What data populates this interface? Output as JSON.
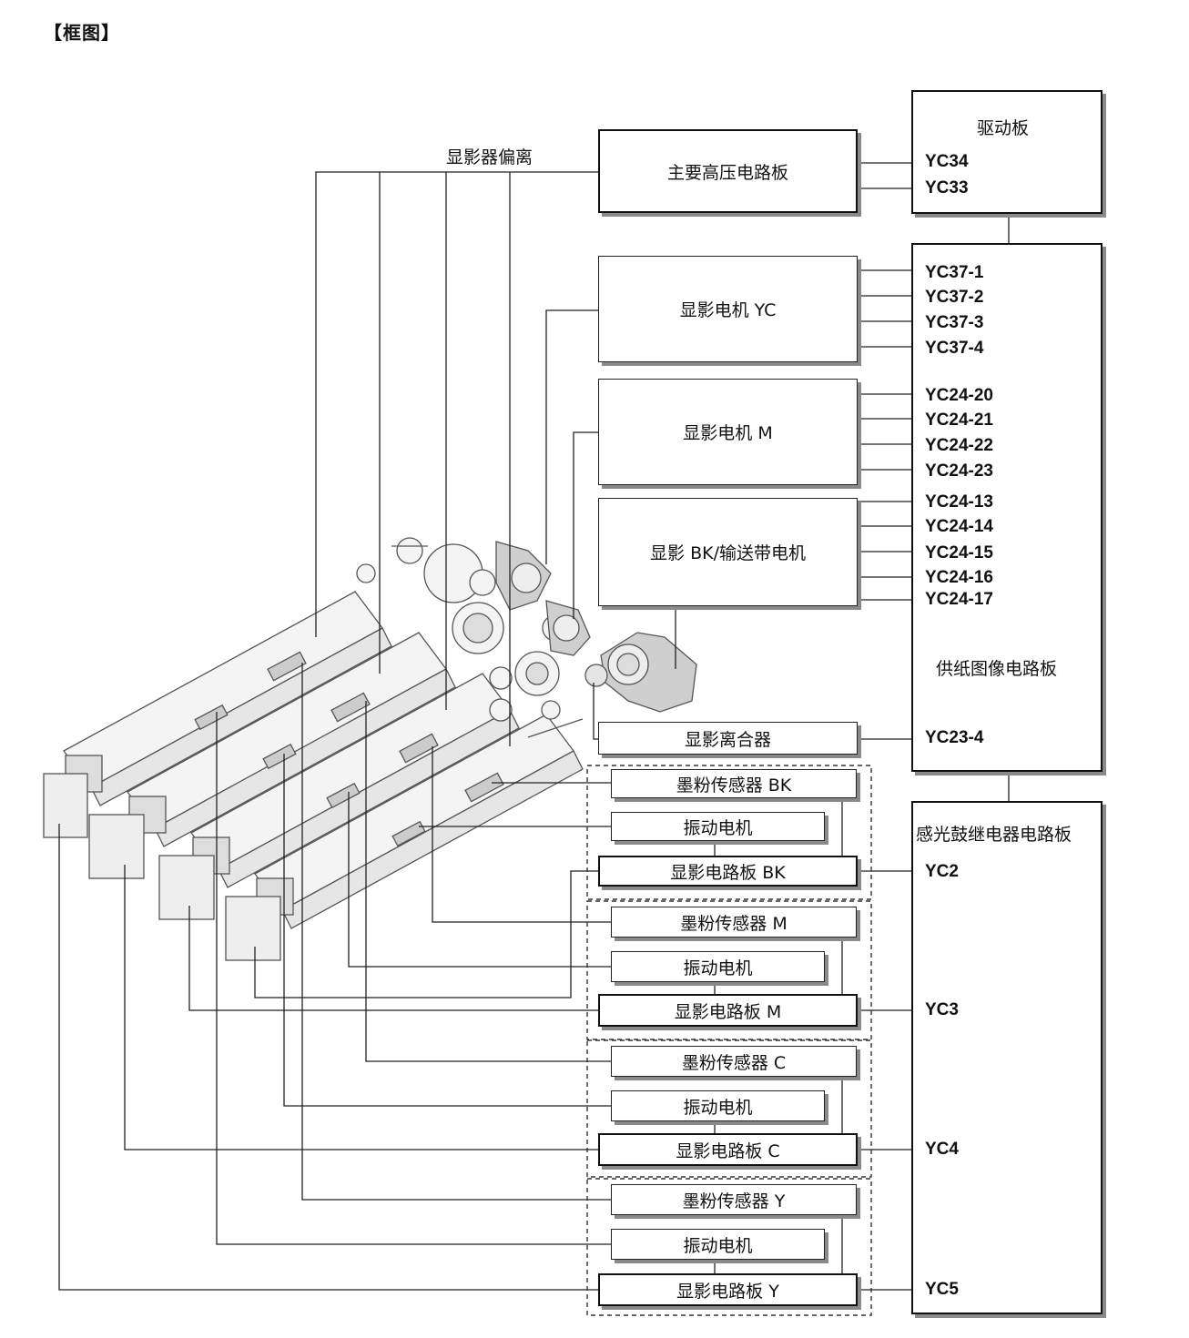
{
  "heading": "【框图】",
  "developer_separation_label": "显影器偏离",
  "boxes": {
    "main_hv": "主要高压电路板",
    "dev_motor_yc": "显影电机 YC",
    "dev_motor_m": "显影电机 M",
    "dev_motor_bk": "显影 BK/输送带电机",
    "dev_clutch": "显影离合器",
    "toner_sensor_bk": "墨粉传感器 BK",
    "vib_motor_bk": "振动电机",
    "dev_pwb_bk": "显影电路板 BK",
    "toner_sensor_m": "墨粉传感器 M",
    "vib_motor_m": "振动电机",
    "dev_pwb_m": "显影电路板 M",
    "toner_sensor_c": "墨粉传感器 C",
    "vib_motor_c": "振动电机",
    "dev_pwb_c": "显影电路板 C",
    "toner_sensor_y": "墨粉传感器 Y",
    "vib_motor_y": "振动电机",
    "dev_pwb_y": "显影电路板 Y"
  },
  "boards": {
    "drive": {
      "title": "驱动板",
      "ports": [
        "YC34",
        "YC33"
      ]
    },
    "feed_image": {
      "title": "供纸图像电路板",
      "ports": [
        "YC37-1",
        "YC37-2",
        "YC37-3",
        "YC37-4",
        "YC24-20",
        "YC24-21",
        "YC24-22",
        "YC24-23",
        "YC24-13",
        "YC24-14",
        "YC24-15",
        "YC24-16",
        "YC24-17",
        "YC23-4"
      ]
    },
    "drum_relay": {
      "title": "感光鼓继电器电路板",
      "ports": [
        "YC2",
        "YC3",
        "YC4",
        "YC5"
      ]
    }
  }
}
